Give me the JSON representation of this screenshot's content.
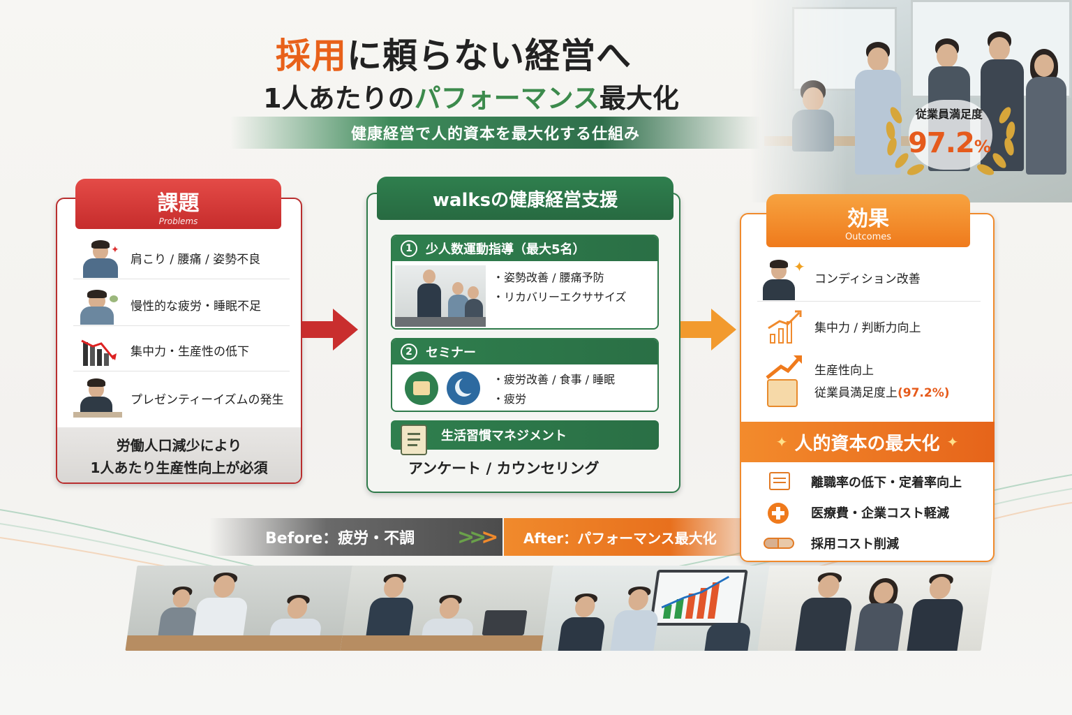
{
  "title": {
    "line1_highlight": "採用",
    "line1_rest": "に頼らない経営へ",
    "line2_prefix": "1人あたりの",
    "line2_highlight": "パフォーマンス",
    "line2_suffix": "最大化",
    "ribbon": "健康経営で人的資本を最大化する仕組み"
  },
  "award": {
    "label": "従業員満足度",
    "value": "97.2",
    "unit": "%"
  },
  "problems": {
    "title": "課題",
    "subtitle": "Problems",
    "items": [
      {
        "text": "肩こり / 腰痛 / 姿勢不良",
        "icon": "stiff-shoulder-person-icon"
      },
      {
        "text": "慢性的な疲労・睡眠不足",
        "icon": "tired-person-icon"
      },
      {
        "text": "集中力・生産性の低下",
        "icon": "declining-chart-icon"
      },
      {
        "text": "プレゼンティーイズムの発生",
        "icon": "stressed-worker-icon"
      }
    ],
    "footer_line1": "労働人口減少により",
    "footer_line2": "1人あたり生産性向上が必須"
  },
  "support": {
    "title": "walksの健康経営支援",
    "section1": {
      "num": "1",
      "heading": "少人数運動指導（最大5名）",
      "bullets": [
        "・姿勢改善 / 腰痛予防",
        "・リカバリーエクササイズ"
      ]
    },
    "section2": {
      "num": "2",
      "heading": "セミナー",
      "bullets": [
        "・疲労改善 / 食事 / 睡眠",
        "・疲労"
      ]
    },
    "section3": {
      "heading": "生活習慣マネジメント",
      "body": "アンケート / カウンセリング"
    }
  },
  "outcomes": {
    "title": "効果",
    "subtitle": "Outcomes",
    "items": [
      {
        "text": "コンディション改善",
        "icon": "happy-worker-icon"
      },
      {
        "text": "集中力 / 判断力向上",
        "icon": "rising-bar-chart-icon"
      },
      {
        "text": "生産性向上",
        "icon": "growth-arrow-icon"
      }
    ],
    "satisfaction_prefix": "従業員満足度上",
    "satisfaction_value": "(97.2%)",
    "max_label": "人的資本の最大化",
    "effects": [
      {
        "text": "離職率の低下・定着率向上",
        "icon": "document-icon"
      },
      {
        "text": "医療費・企業コスト軽減",
        "icon": "medical-cost-icon"
      },
      {
        "text": "採用コスト削減",
        "icon": "handshake-icon"
      }
    ]
  },
  "transition": {
    "before": "Before：疲労・不調",
    "chevrons": ">>>",
    "after": "After：パフォーマンス最大化"
  },
  "colors": {
    "red": "#c62c2c",
    "green": "#2f7a4a",
    "orange": "#ef7a1c"
  }
}
